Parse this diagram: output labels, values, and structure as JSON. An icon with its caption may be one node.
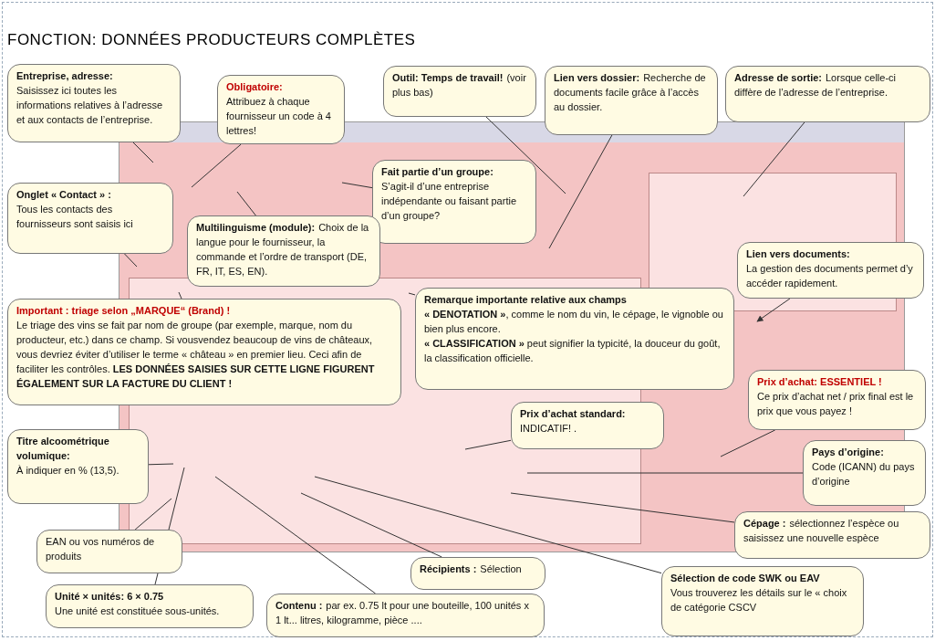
{
  "diagram": {
    "title": "FONCTION: DONNÉES PRODUCTEURS COMPLÈTES",
    "nodes": [
      {
        "text": [
          "Entreprise, adresse:",
          "Saisissez ici toutes les informations relatives à l’adresse et aux contacts de l’entreprise."
        ]
      },
      {
        "text": [
          "Obligatoire:",
          "Attribuez à chaque fournisseur un code à 4 lettres!"
        ]
      },
      {
        "text": [
          "Outil: Temps de travail!",
          "(voir plus bas)"
        ]
      },
      {
        "text": [
          "Lien vers dossier:",
          "Recherche de documents facile grâce à l’accès au dossier."
        ]
      },
      {
        "text": [
          "Adresse de sortie:",
          "Lorsque celle-ci diffère de l’adresse de l’entreprise."
        ]
      },
      {
        "text": [
          "Onglet « Contact » :",
          "Tous les contacts des fournisseurs sont saisis ici"
        ]
      },
      {
        "text": [
          "Fait partie d’un groupe:",
          "S’agit-il d’une entreprise indépendante ou faisant partie d’un groupe?"
        ]
      },
      {
        "text": [
          "Multilinguisme (module):",
          "Choix de la langue pour le fournisseur, la commande et l’ordre de transport (DE, FR, IT, ES, EN)."
        ]
      },
      {
        "text": [
          "Lien vers documents:",
          "La gestion des documents permet d’y accéder rapidement."
        ]
      },
      {
        "text": [
          "Important : triage selon „MARQUE“ (Brand) !",
          "Le triage des vins se fait par nom de groupe (par exemple, marque, nom du producteur, etc.) dans ce champ. Si vousvendez beaucoup de vins de châteaux, vous devriez éviter d’utiliser le terme « château » en premier lieu. Ceci afin de faciliter les contrôles. **LES DONNÉES SAISIES SUR CETTE LIGNE FIGURENT ÉGALEMENT SUR LA FACTURE DU CLIENT !**"
        ]
      },
      {
        "text": [
          "Remarque importante relative aux champs",
          "**« DENOTATION »**, comme le nom du vin, le cépage, le vignoble ou bien plus encore.",
          "**« CLASSIFICATION »** peut signifier la typicité, la douceur du goût, la classification officielle."
        ]
      },
      {
        "text": [
          "Prix d’achat: ESSENTIEL !",
          "Ce prix d’achat net / prix final est le prix que vous payez !"
        ]
      },
      {
        "text": [
          "Prix d’achat standard:",
          "INDICATIF! ."
        ]
      },
      {
        "text": [
          "Titre alcoométrique volumique:",
          "À indiquer en % (13,5)."
        ]
      },
      {
        "text": [
          "Pays d’origine:",
          "Code (ICANN) du pays d’origine"
        ]
      },
      {
        "text": [
          "Cépage :",
          "sélectionnez l’espèce ou saisissez une nouvelle espèce"
        ]
      },
      {
        "text": [
          "EAN ou vos numéros de produits"
        ]
      },
      {
        "text": [
          "Récipients :",
          "Sélection"
        ]
      },
      {
        "text": [
          "Sélection de code SWK ou EAV",
          "Vous trouverez les détails sur le « choix de catégorie CSCV"
        ]
      },
      {
        "text": [
          "Unité × unités: 6 × 0.75",
          "Une unité est constituée sous-unités."
        ]
      },
      {
        "text": [
          "Contenu :",
          "par ex. 0.75 lt pour une bouteille, 100 unités x 1 lt... litres, kilogramme, pièce ...."
        ]
      }
    ],
    "edges": [
      {
        "from": 0,
        "to": null,
        "arrow": "none"
      },
      {
        "from": 1,
        "to": null,
        "arrow": "none"
      },
      {
        "from": 2,
        "to": null,
        "arrow": "none"
      },
      {
        "from": 3,
        "to": null,
        "arrow": "none"
      },
      {
        "from": 4,
        "to": null,
        "arrow": "none"
      },
      {
        "from": 5,
        "to": null,
        "arrow": "none"
      },
      {
        "from": 6,
        "to": null,
        "arrow": "none"
      },
      {
        "from": 7,
        "to": null,
        "arrow": "none"
      },
      {
        "from": 8,
        "to": null,
        "arrow": "to"
      },
      {
        "from": 9,
        "to": null,
        "arrow": "none"
      },
      {
        "from": 10,
        "to": null,
        "arrow": "none"
      },
      {
        "from": 11,
        "to": null,
        "arrow": "none"
      },
      {
        "from": 12,
        "to": null,
        "arrow": "none"
      },
      {
        "from": 13,
        "to": null,
        "arrow": "none"
      },
      {
        "from": 14,
        "to": null,
        "arrow": "none"
      },
      {
        "from": 15,
        "to": null,
        "arrow": "none"
      },
      {
        "from": 16,
        "to": null,
        "arrow": "none"
      },
      {
        "from": 17,
        "to": null,
        "arrow": "none"
      },
      {
        "from": 18,
        "to": null,
        "arrow": "none"
      },
      {
        "from": 19,
        "to": null,
        "arrow": "none"
      },
      {
        "from": 20,
        "to": null,
        "arrow": "none"
      }
    ]
  }
}
